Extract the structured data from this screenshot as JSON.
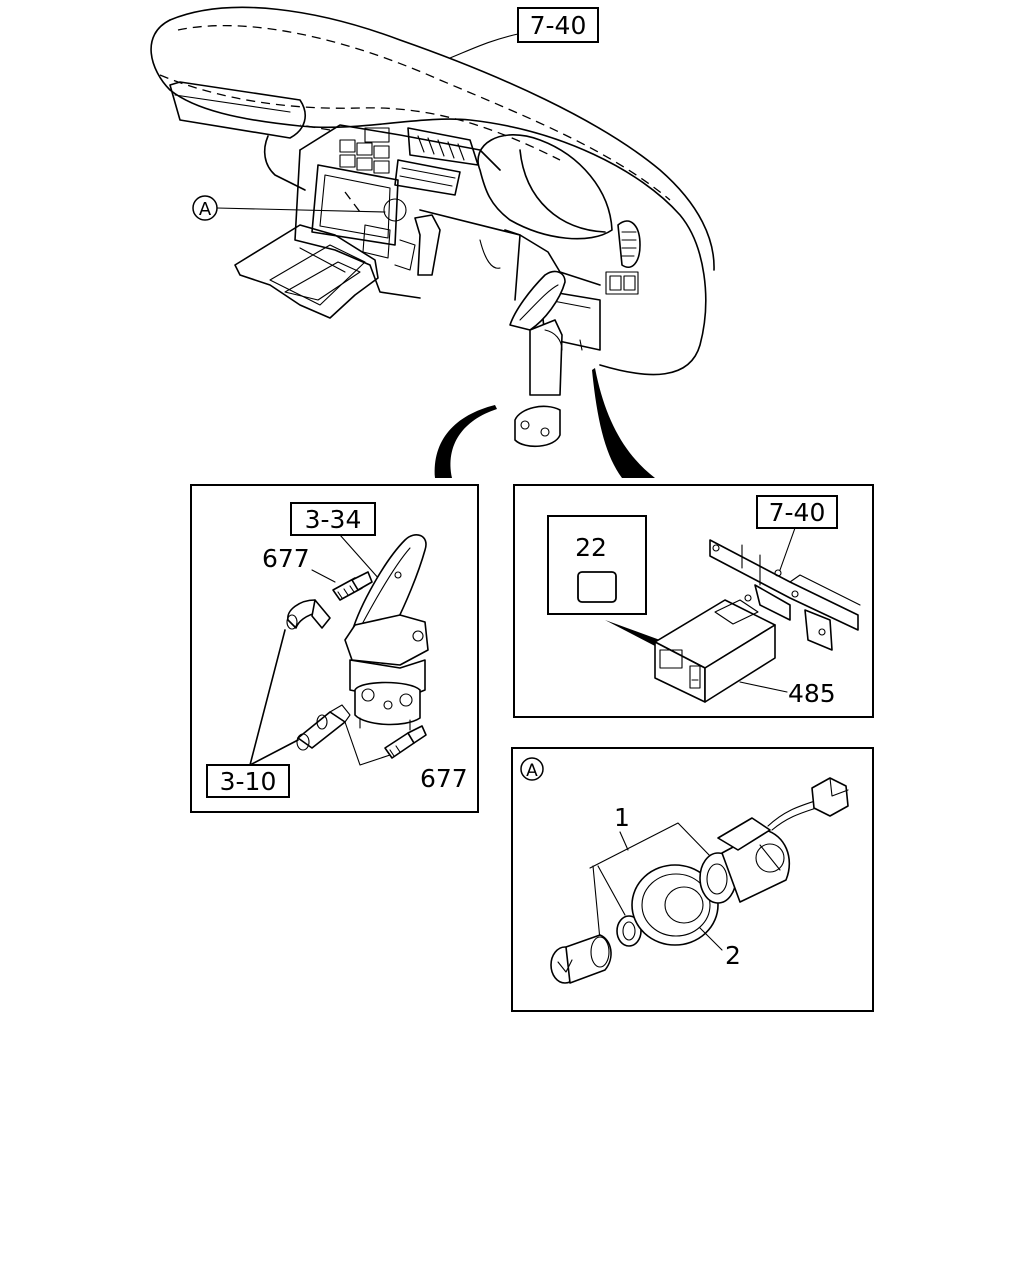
{
  "callouts": {
    "ref_7_40_top": "7-40",
    "circle_a_top": "A",
    "ref_3_34": "3-34",
    "part_677_upper": "677",
    "ref_3_10": "3-10",
    "part_677_lower": "677",
    "part_22": "22",
    "ref_7_40_panel": "7-40",
    "part_485": "485",
    "circle_a_panel": "A",
    "part_1": "1",
    "part_2": "2"
  }
}
